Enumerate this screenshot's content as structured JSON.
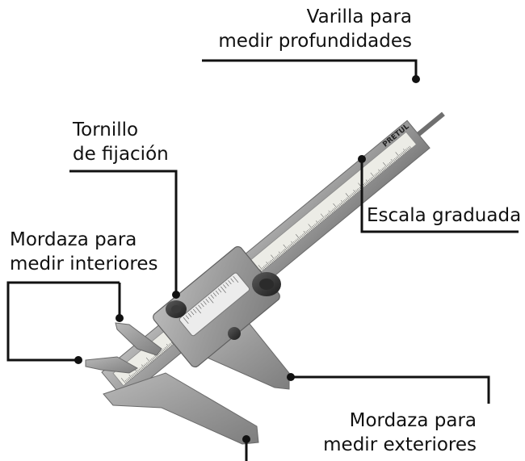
{
  "labels": {
    "depth_rod": {
      "line1": "Varilla para",
      "line2": "medir profundidades"
    },
    "lock_screw": {
      "line1": "Tornillo",
      "line2": "de fijación"
    },
    "graduated_scale": {
      "line1": "Escala graduada"
    },
    "inside_jaws": {
      "line1": "Mordaza para",
      "line2": "medir interiores"
    },
    "outside_jaws": {
      "line1": "Mordaza para",
      "line2": "medir exteriores"
    }
  },
  "brand": "PRETUL",
  "colors": {
    "label_text": "#111111",
    "leader_line": "#111111",
    "caliper_body": "#9a9a9a",
    "scale_face": "#e9e9e4"
  }
}
